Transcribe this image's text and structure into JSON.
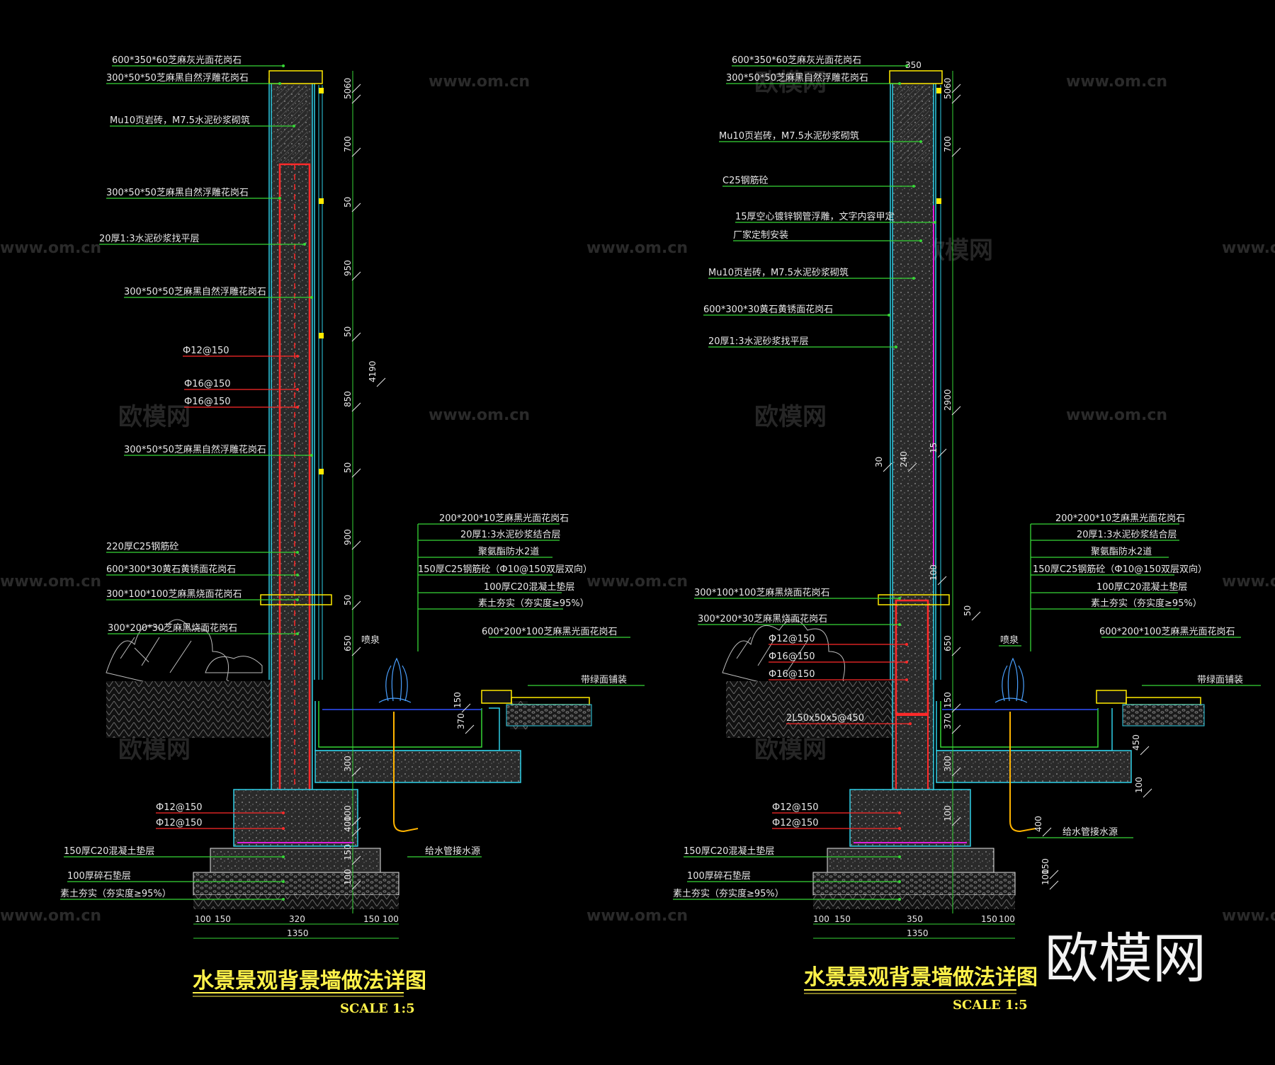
{
  "watermarks": {
    "url": "www.om.cn",
    "cn": "欧模网",
    "brand": "欧模网"
  },
  "colors": {
    "leader": "#36d636",
    "outline": "#2fd0e8",
    "rebar": "#ff2a2a",
    "pipe": "#ffb400",
    "film": "#e020e0",
    "stone": "#ffea00",
    "text": "#e8e8e8",
    "title": "#fff24a"
  },
  "left": {
    "title": "水景景观背景墙做法详图",
    "scale": "SCALE 1:5",
    "labels": [
      "600*350*60芝麻灰光面花岗石",
      "300*50*50芝麻黑自然浮雕花岗石",
      "Mu10页岩砖，M7.5水泥砂浆砌筑",
      "300*50*50芝麻黑自然浮雕花岗石",
      "20厚1:3水泥砂浆找平层",
      "300*50*50芝麻黑自然浮雕花岗石",
      "Ф12@150",
      "Ф16@150",
      "Ф16@150",
      "300*50*50芝麻黑自然浮雕花岗石",
      "220厚C25钢筋砼",
      "600*300*30黄石黄锈面花岗石",
      "300*100*100芝麻黑烧面花岗石",
      "300*200*30芝麻黑烧面花岗石",
      "Ф12@150",
      "Ф12@150",
      "150厚C20混凝土垫层",
      "100厚碎石垫层",
      "素土夯实（夯实度≥95%）"
    ],
    "right_labels": [
      "200*200*10芝麻黑光面花岗石",
      "20厚1:3水泥砂浆结合层",
      "聚氨酯防水2道",
      "150厚C25钢筋砼（Ф10@150双层双向）",
      "100厚C20混凝土垫层",
      "素土夯实（夯实度≥95%）",
      "600*200*100芝麻黑光面花岗石",
      "喷泉",
      "带绿面铺装",
      "给水管接水源"
    ],
    "dims_vertical": [
      "60",
      "50",
      "700",
      "50",
      "950",
      "50",
      "850",
      "50",
      "4190",
      "900",
      "50",
      "650",
      "150",
      "370",
      "300",
      "100",
      "400",
      "150",
      "100"
    ],
    "dims_horizontal": [
      "100",
      "150",
      "320",
      "150",
      "100",
      "1350"
    ]
  },
  "right": {
    "title": "水景景观背景墙做法详图",
    "scale": "SCALE 1:5",
    "labels": [
      "600*350*60芝麻灰光面花岗石",
      "300*50*50芝麻黑自然浮雕花岗石",
      "Mu10页岩砖，M7.5水泥砂浆砌筑",
      "C25钢筋砼",
      "15厚空心镀锌钢管浮雕，文字内容甲定",
      "厂家定制安装",
      "Mu10页岩砖，M7.5水泥砂浆砌筑",
      "600*300*30黄石黄锈面花岗石",
      "20厚1:3水泥砂浆找平层",
      "300*100*100芝麻黑烧面花岗石",
      "300*200*30芝麻黑烧面花岗石",
      "Ф12@150",
      "Ф16@150",
      "Ф16@150",
      "2L50x50x5@450",
      "Ф12@150",
      "Ф12@150",
      "150厚C20混凝土垫层",
      "100厚碎石垫层",
      "素土夯实（夯实度≥95%）"
    ],
    "right_labels": [
      "200*200*10芝麻黑光面花岗石",
      "20厚1:3水泥砂浆结合层",
      "聚氨酯防水2道",
      "150厚C25钢筋砼（Ф10@150双层双向）",
      "100厚C20混凝土垫层",
      "素土夯实（夯实度≥95%）",
      "600*200*100芝麻黑光面花岗石",
      "喷泉",
      "带绿面铺装",
      "给水管接水源"
    ],
    "top_dim": "350",
    "dims_vertical": [
      "60",
      "50",
      "700",
      "2900",
      "30",
      "240",
      "15",
      "100",
      "50",
      "650",
      "150",
      "370",
      "300",
      "100",
      "400",
      "150",
      "100",
      "450",
      "100"
    ],
    "dims_horizontal": [
      "100",
      "150",
      "350",
      "150",
      "100",
      "1350"
    ]
  }
}
